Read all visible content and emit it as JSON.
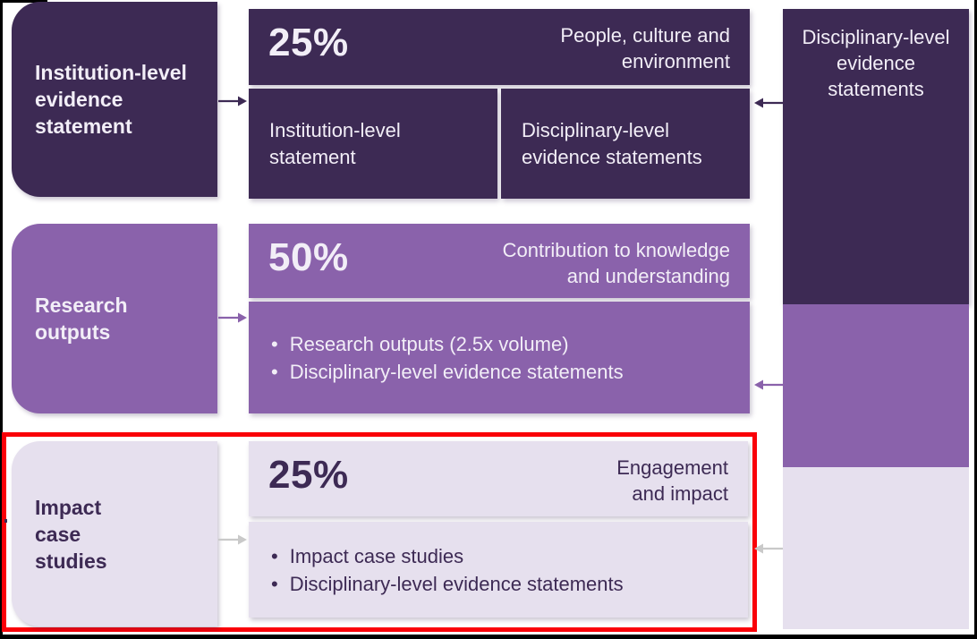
{
  "colors": {
    "dark": "#3d2a54",
    "medium": "#8a62ab",
    "light": "#e6e0ee",
    "dark_text": "#3d2a54",
    "white_text": "#f2eef7",
    "red": "#fa0008",
    "grey_arrow": "#c9c9c9",
    "frame": "#000000"
  },
  "sections": [
    {
      "label": "Institution-level evidence statement",
      "percent": "25%",
      "category": "People, culture and environment",
      "details": [
        "Institution-level statement",
        "Disciplinary-level evidence statements"
      ]
    },
    {
      "label": "Research outputs",
      "percent": "50%",
      "category": "Contribution to knowledge and understanding",
      "bullets": [
        "Research outputs (2.5x volume)",
        "Disciplinary-level evidence statements"
      ]
    },
    {
      "label": "Impact case studies",
      "percent": "25%",
      "category": "Engagement and impact",
      "bullets": [
        "Impact case studies",
        "Disciplinary-level evidence statements"
      ]
    }
  ],
  "right_column": {
    "label": "Disciplinary-level evidence statements"
  }
}
